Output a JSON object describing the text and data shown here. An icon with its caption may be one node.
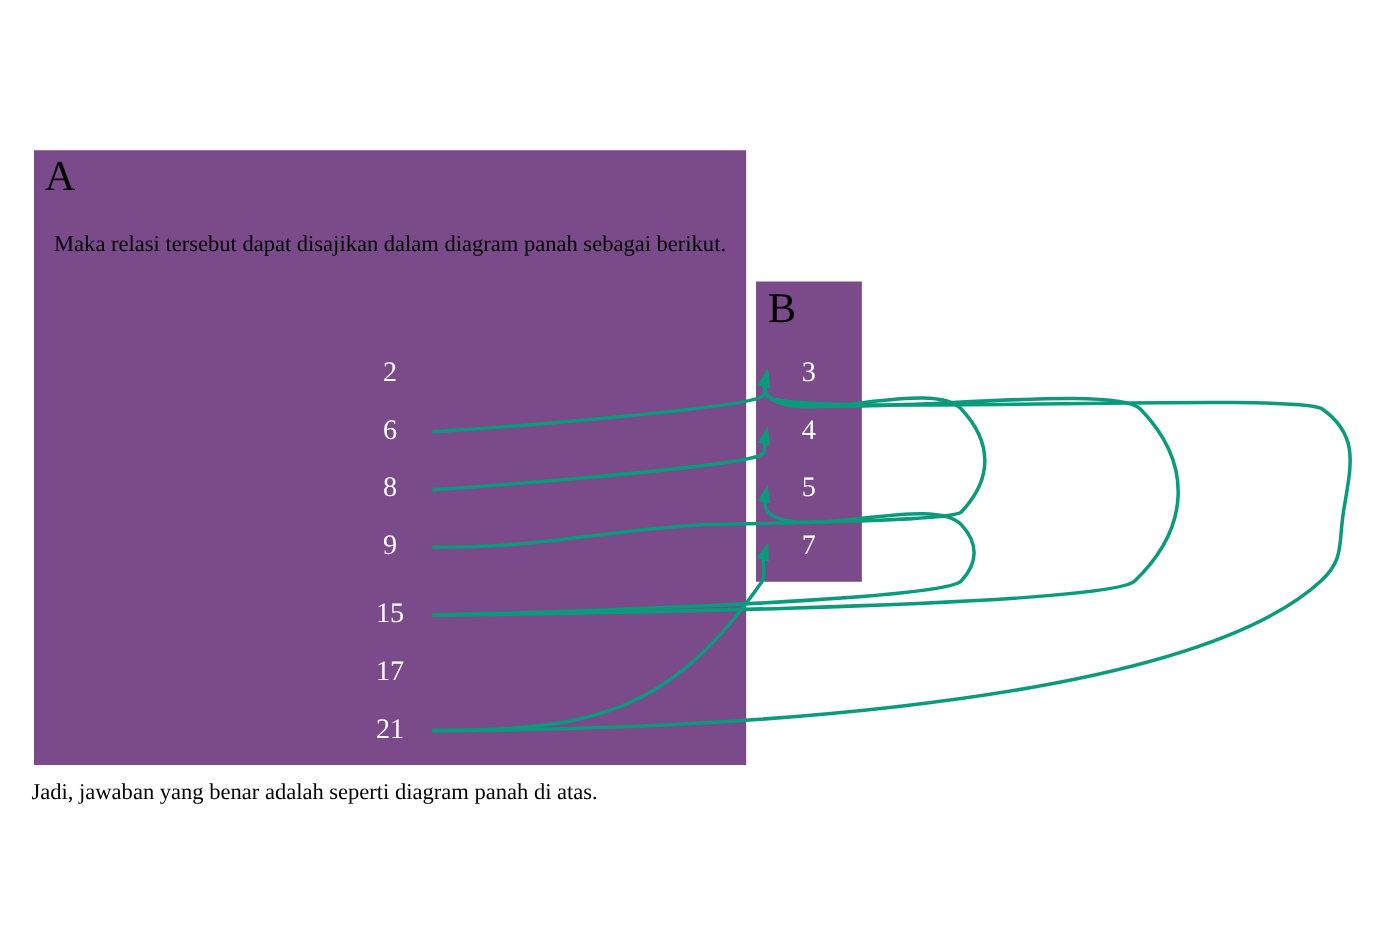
{
  "diagram": {
    "title": "Maka relasi tersebut dapat disajikan dalam diagram panah sebagai berikut.",
    "caption": "Jadi, jawaban yang benar adalah seperti diagram panah di atas.",
    "nodes": [
      {
        "text": [
          "A"
        ]
      },
      {
        "text": [
          "2"
        ],
        "in": 0
      },
      {
        "text": [
          "6"
        ],
        "in": 0
      },
      {
        "text": [
          "8"
        ],
        "in": 0
      },
      {
        "text": [
          "9"
        ],
        "in": 0
      },
      {
        "text": [
          "15"
        ],
        "in": 0
      },
      {
        "text": [
          "17"
        ],
        "in": 0
      },
      {
        "text": [
          "21"
        ],
        "in": 0
      },
      {
        "text": [
          "B"
        ]
      },
      {
        "text": [
          "3"
        ],
        "in": 8
      },
      {
        "text": [
          "4"
        ],
        "in": 8
      },
      {
        "text": [
          "5"
        ],
        "in": 8
      },
      {
        "text": [
          "7"
        ],
        "in": 8
      }
    ],
    "edges": [
      {
        "from": 2,
        "to": 9,
        "arrow": "to"
      },
      {
        "from": 3,
        "to": 10,
        "arrow": "to"
      },
      {
        "from": 4,
        "to": 9,
        "arrow": "to"
      },
      {
        "from": 5,
        "to": 9,
        "arrow": "to"
      },
      {
        "from": 5,
        "to": 11,
        "arrow": "to"
      },
      {
        "from": 7,
        "to": 9,
        "arrow": "to"
      },
      {
        "from": 7,
        "to": 12,
        "arrow": "to"
      }
    ]
  }
}
